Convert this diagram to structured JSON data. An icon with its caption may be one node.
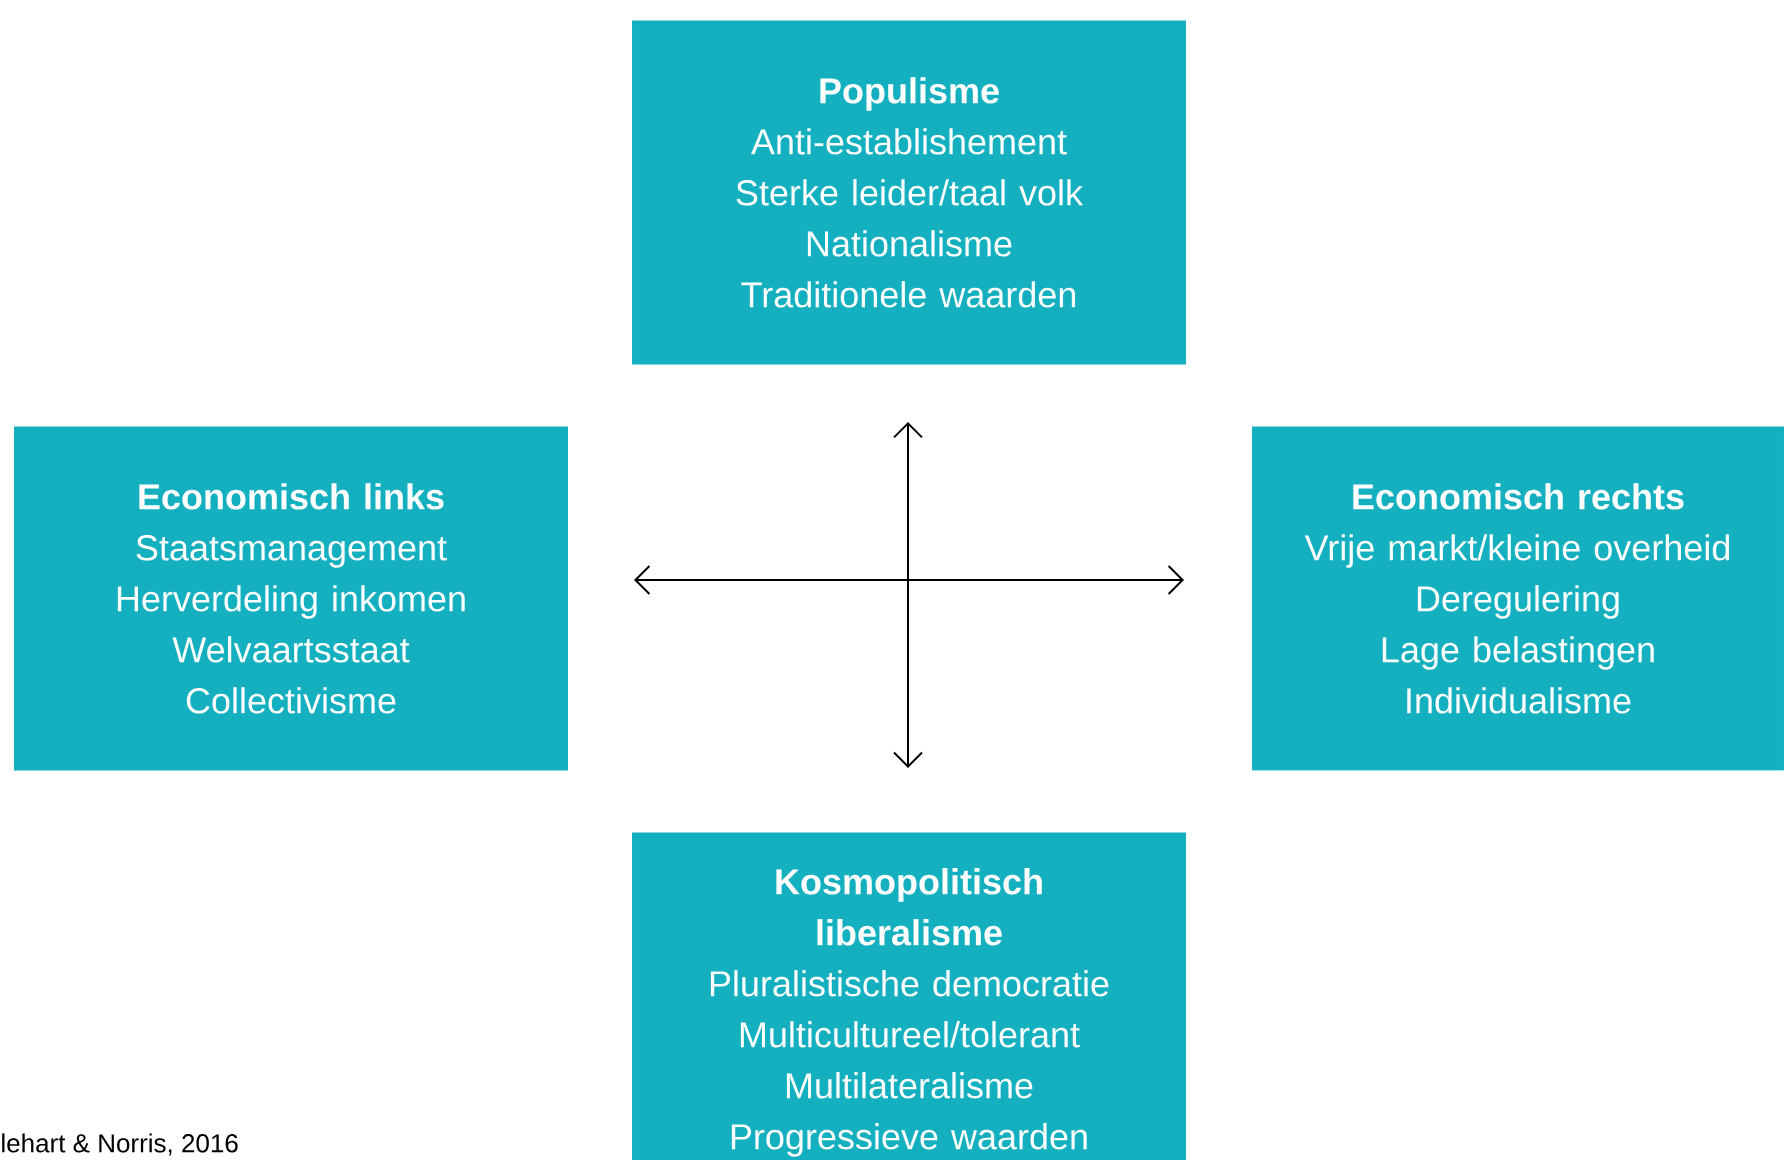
{
  "diagram": {
    "nodes": [
      {
        "text": [
          "Populisme",
          "Anti-establishement",
          "Sterke leider/taal volk",
          "Nationalisme",
          "Traditionele waarden"
        ]
      },
      {
        "text": [
          "Economisch links",
          "Staatsmanagement",
          "Herverdeling inkomen",
          "Welvaartsstaat",
          "Collectivisme"
        ]
      },
      {
        "text": [
          "Economisch rechts",
          "Vrije markt/kleine overheid",
          "Deregulering",
          "Lage belastingen",
          "Individualisme"
        ]
      },
      {
        "text": [
          "Kosmopolitisch liberalisme",
          "Pluralistische democratie",
          "Multicultureel/tolerant",
          "Multilateralisme",
          "Progressieve waarden"
        ]
      }
    ],
    "labels": [
      "lehart & Norris, 2016"
    ]
  }
}
